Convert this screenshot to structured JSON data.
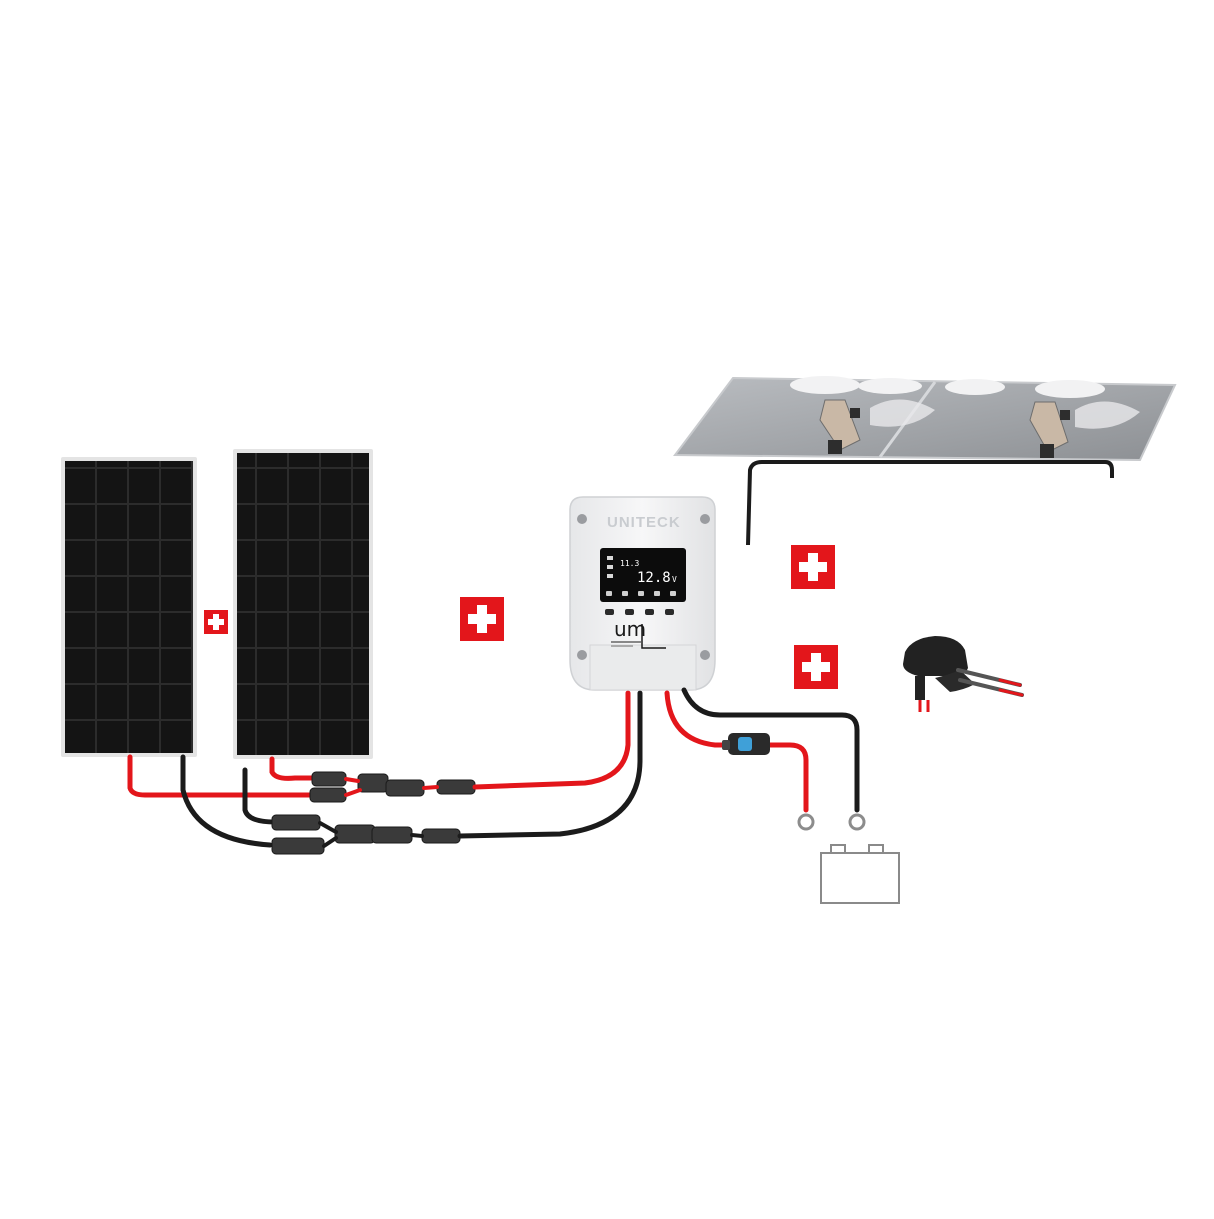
{
  "controller": {
    "brand": "UNITECK",
    "logo": "um",
    "display": {
      "reading": "12.8",
      "unit": "V",
      "small_reading": "11.3"
    }
  },
  "icons": [
    "solar-panel-icon",
    "charge-controller-icon",
    "battery-icon",
    "plus-icon",
    "mc4-connector-icon",
    "fuse-holder-icon",
    "cable-gland-icon",
    "mounting-bracket-icon"
  ],
  "colors": {
    "positive_cable": "#e3161b",
    "negative_cable": "#1b1b1b",
    "badge": "#e3161b",
    "panel_cell": "#151515",
    "panel_frame": "#d9d9d9"
  }
}
